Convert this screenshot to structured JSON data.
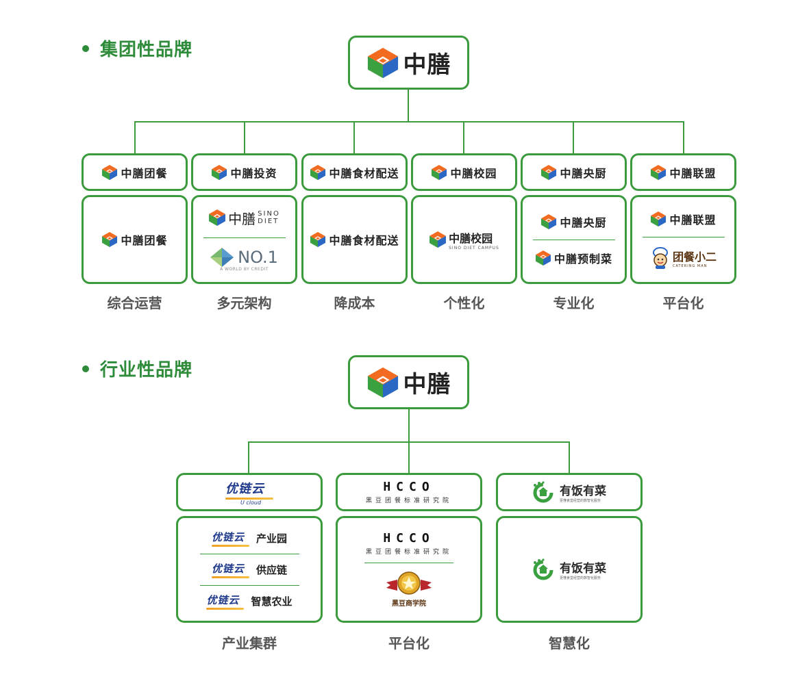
{
  "brand_colors": {
    "green": "#3a9a3c",
    "orange": "#f26b21",
    "blue": "#2b68c4",
    "title_green": "#2e8b3a"
  },
  "group": {
    "title": "集团性品牌",
    "root": "中膳",
    "top_row": [
      "中膳团餐",
      "中膳投资",
      "中膳食材配送",
      "中膳校园",
      "中膳央厨",
      "中膳联盟"
    ],
    "detail": {
      "tuancan": "中膳团餐",
      "investment": {
        "name": "中膳",
        "sino_line1": "SINO",
        "sino_line2": "DIET",
        "no1": "NO.1",
        "no1_sub": "A WORLD BY CREDIT"
      },
      "delivery": "中膳食材配送",
      "campus": {
        "name": "中膳校园",
        "sub": "SINO DIET CAMPUS"
      },
      "kitchen": {
        "item1": "中膳央厨",
        "item2": "中膳预制菜"
      },
      "alliance": {
        "item1": "中膳联盟",
        "item2": "团餐小二",
        "item2_sub": "CATERING MAN"
      }
    },
    "captions": [
      "综合运营",
      "多元架构",
      "降成本",
      "个性化",
      "专业化",
      "平台化"
    ]
  },
  "industry": {
    "title": "行业性品牌",
    "root": "中膳",
    "ucloud": {
      "name": "优链云",
      "sub": "U cloud",
      "items": [
        "产业园",
        "供应链",
        "智慧农业"
      ]
    },
    "hcco": {
      "mark": "HCCO",
      "sub": "黑豆团餐标准研究院",
      "medal": "黑豆商学院"
    },
    "yfyc": {
      "name": "有饭有菜",
      "sub": "更懂食堂经营的数智化服务"
    },
    "captions": [
      "产业集群",
      "平台化",
      "智慧化"
    ]
  }
}
